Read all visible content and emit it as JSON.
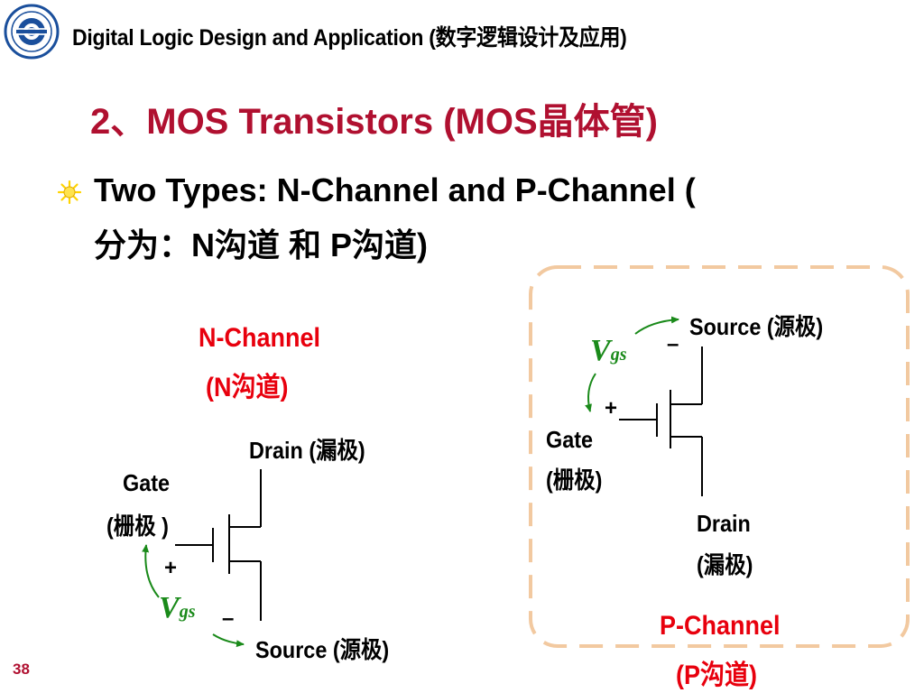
{
  "header": {
    "course_title": "Digital Logic Design and Application (数字逻辑设计及应用)"
  },
  "slide": {
    "title": "2、MOS Transistors (MOS晶体管)",
    "bullet_line1": "Two Types: N-Channel and P-Channel (",
    "bullet_line2": "分为：N沟道 和 P沟道)"
  },
  "n_channel": {
    "title_line1": "N-Channel",
    "title_line2": "(N沟道)",
    "drain": "Drain (漏极)",
    "gate_line1": "Gate",
    "gate_line2": "(栅极 )",
    "plus": "+",
    "minus": "–",
    "vgs_v": "V",
    "vgs_sub": "gs",
    "source": "Source (源极)"
  },
  "p_channel": {
    "source": "Source (源极)",
    "minus": "–",
    "plus": "+",
    "vgs_v": "V",
    "vgs_sub": "gs",
    "gate_line1": "Gate",
    "gate_line2": "(栅极)",
    "drain_line1": "Drain",
    "drain_line2": "(漏极)",
    "title_line1": "P-Channel",
    "title_line2": "(P沟道)"
  },
  "footer": {
    "page_number": "38"
  },
  "colors": {
    "title_red": "#b01030",
    "label_red": "#e8000d",
    "arrow_green": "#1a8a1a",
    "dashed_box": "#f2c9a0",
    "bullet_yellow": "#ffd400"
  },
  "icons": {
    "logo": "university-seal-icon",
    "bullet": "sun-bullet-icon"
  }
}
